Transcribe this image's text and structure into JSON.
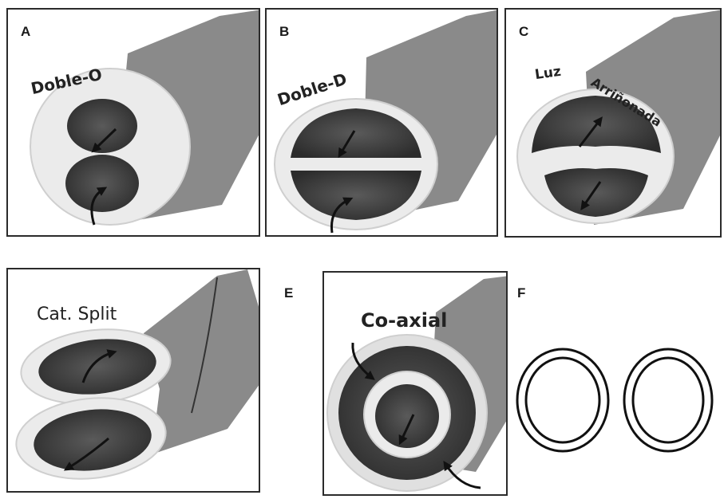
{
  "panels": {
    "a": {
      "letter": "A",
      "title": "Doble-O"
    },
    "b": {
      "letter": "B",
      "title": "Doble-D"
    },
    "c": {
      "letter": "C",
      "title_1": "Luz",
      "title_2": "Arriñonada"
    },
    "d": {
      "title": "Cat. Split"
    },
    "e": {
      "letter": "E",
      "title": "Co-axial"
    },
    "f": {
      "letter": "F"
    }
  },
  "colors": {
    "body_gray": "#8a8a8a",
    "wall_light": "#e9e9e9",
    "lumen_dark": "#3a3a3a",
    "border": "#2b2b2b"
  }
}
